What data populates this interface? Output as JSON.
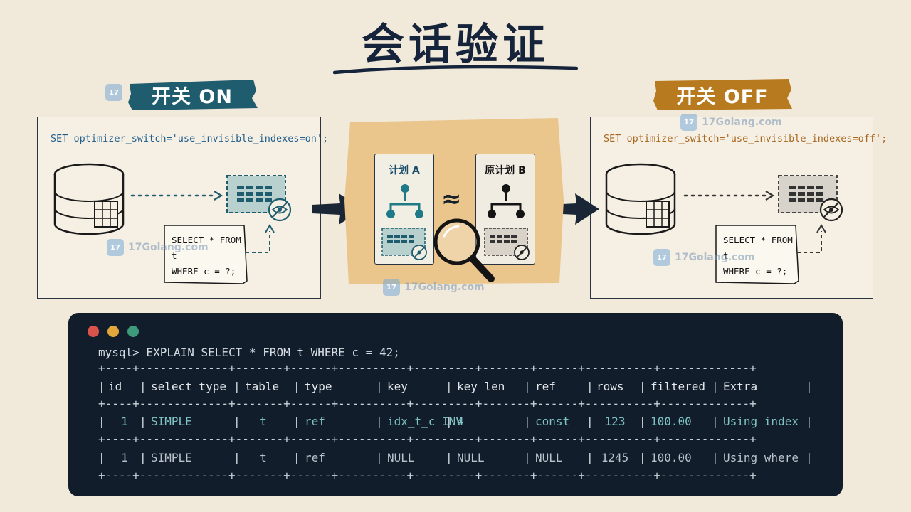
{
  "title": "会话验证",
  "label_on": "开关 ON",
  "label_off": "开关 OFF",
  "panel_on": {
    "sql": "SET optimizer_switch='use_invisible_indexes=on';",
    "query_line1": "SELECT * FROM t",
    "query_line2": "WHERE c = ?;"
  },
  "panel_off": {
    "sql": "SET optimizer_switch='use_invisible_indexes=off';",
    "query_line1": "SELECT * FROM t",
    "query_line2": "WHERE c = ?;"
  },
  "plan_a": "计划 A",
  "plan_b": "原计划 B",
  "approx": "≈",
  "watermark": "17Golang.com",
  "watermark_logo": "17",
  "colors": {
    "on_teal": "#1e5c6e",
    "off_amber": "#b87a1e",
    "terminal_bg": "#121d2c"
  },
  "terminal": {
    "prompt": "mysql> EXPLAIN SELECT * FROM t WHERE c = 42;",
    "border": "+----+-------------+-------+------+----------+---------+-------+------+----------+-------------+",
    "columns": [
      "id",
      "select_type",
      "table",
      "type",
      "key",
      "key_len",
      "ref",
      "rows",
      "filtered",
      "Extra"
    ],
    "rows": [
      [
        "1",
        "SIMPLE",
        "t",
        "ref",
        "idx_t_c INV",
        "4",
        "const",
        "123",
        "100.00",
        "Using index"
      ],
      [
        "1",
        "SIMPLE",
        "t",
        "ref",
        "NULL",
        "NULL",
        "NULL",
        "1245",
        "100.00",
        "Using where"
      ]
    ]
  }
}
